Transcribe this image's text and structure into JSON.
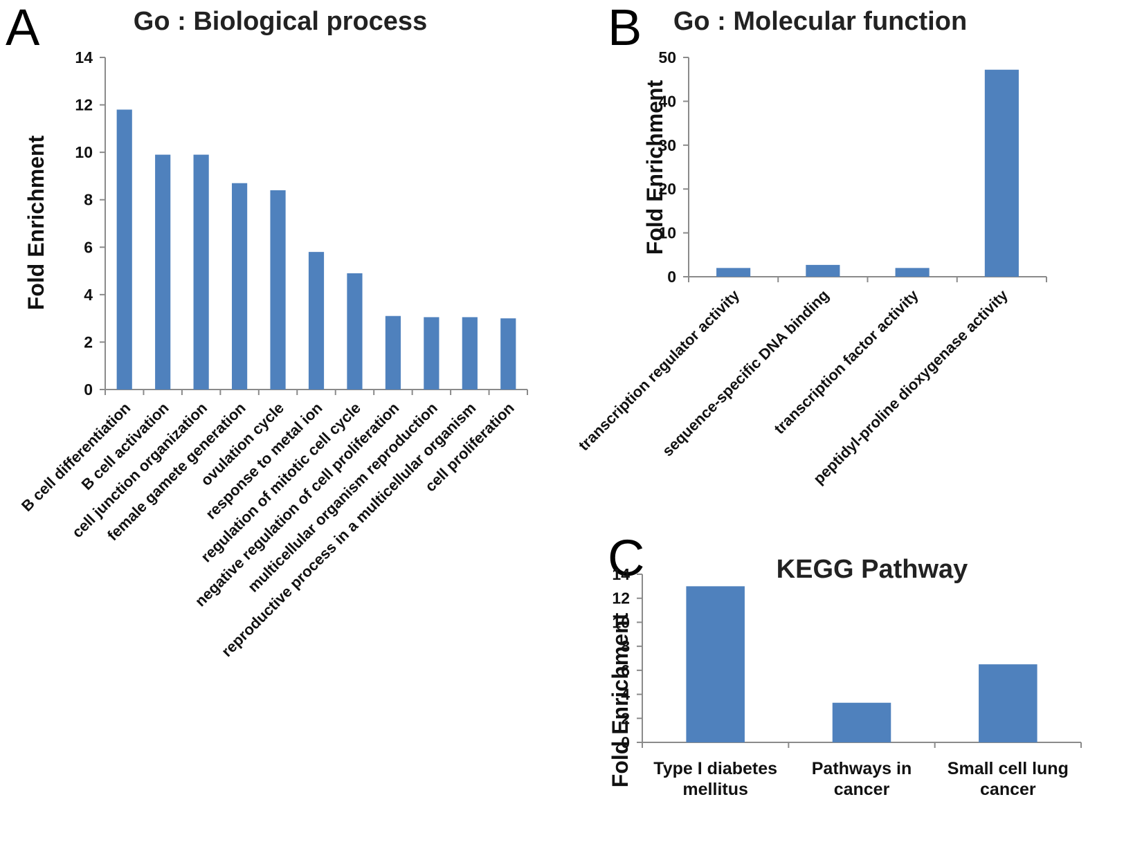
{
  "colors": {
    "bar": "#4f81bd",
    "axis": "#8a8a8a"
  },
  "chart_data": [
    {
      "panel": "A",
      "type": "bar",
      "title": "Go : Biological process",
      "ylabel": "Fold Enrichment",
      "xlabel": "",
      "ylim": [
        0,
        14
      ],
      "yticks": [
        0,
        2,
        4,
        6,
        8,
        10,
        12,
        14
      ],
      "categories": [
        "B cell differentiation",
        "B cell activation",
        "cell junction organization",
        "female gamete generation",
        "ovulation cycle",
        "response to metal ion",
        "regulation of mitotic cell cycle",
        "negative regulation of cell proliferation",
        "multicellular organism reproduction",
        "reproductive process in a multicellular organism",
        "cell proliferation"
      ],
      "values": [
        11.8,
        9.9,
        9.9,
        8.7,
        8.4,
        5.8,
        4.9,
        3.1,
        3.05,
        3.05,
        3.0
      ],
      "grid": false,
      "legend": "none"
    },
    {
      "panel": "B",
      "type": "bar",
      "title": "Go : Molecular function",
      "ylabel": "Fold Enrichment",
      "xlabel": "",
      "ylim": [
        0,
        50
      ],
      "yticks": [
        0,
        10,
        20,
        30,
        40,
        50
      ],
      "categories": [
        "transcription regulator activity",
        "sequence-specific DNA binding",
        "transcription factor activity",
        "peptidyl-proline dioxygenase activity"
      ],
      "values": [
        2.0,
        2.7,
        2.0,
        47.2
      ],
      "grid": false,
      "legend": "none"
    },
    {
      "panel": "C",
      "type": "bar",
      "title": "KEGG Pathway",
      "ylabel": "Fold Enrichment",
      "xlabel": "",
      "ylim": [
        0,
        14
      ],
      "yticks": [
        0,
        2,
        4,
        6,
        8,
        10,
        12,
        14
      ],
      "categories": [
        [
          "Type I diabetes",
          "mellitus"
        ],
        [
          "Pathways in",
          "cancer"
        ],
        [
          "Small cell lung",
          "cancer"
        ]
      ],
      "values": [
        13.0,
        3.3,
        6.5
      ],
      "grid": false,
      "legend": "none"
    }
  ]
}
